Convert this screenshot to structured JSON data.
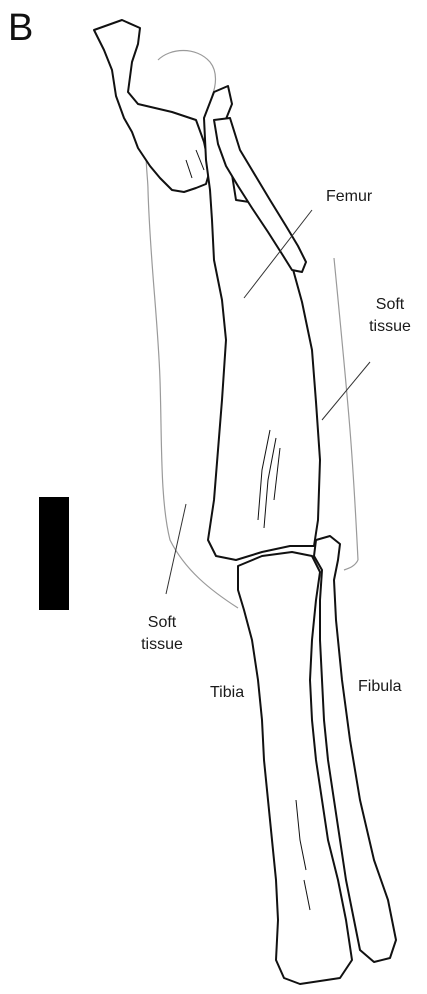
{
  "panel_letter": "B",
  "labels": {
    "femur": "Femur",
    "soft_tissue_right": [
      "Soft",
      "tissue"
    ],
    "soft_tissue_left": [
      "Soft",
      "tissue"
    ],
    "tibia": "Tibia",
    "fibula": "Fibula"
  },
  "colors": {
    "bone_outline": "#111111",
    "soft_tissue_outline": "#9a9a9a",
    "scale_bar": "#000000",
    "background": "#ffffff"
  }
}
